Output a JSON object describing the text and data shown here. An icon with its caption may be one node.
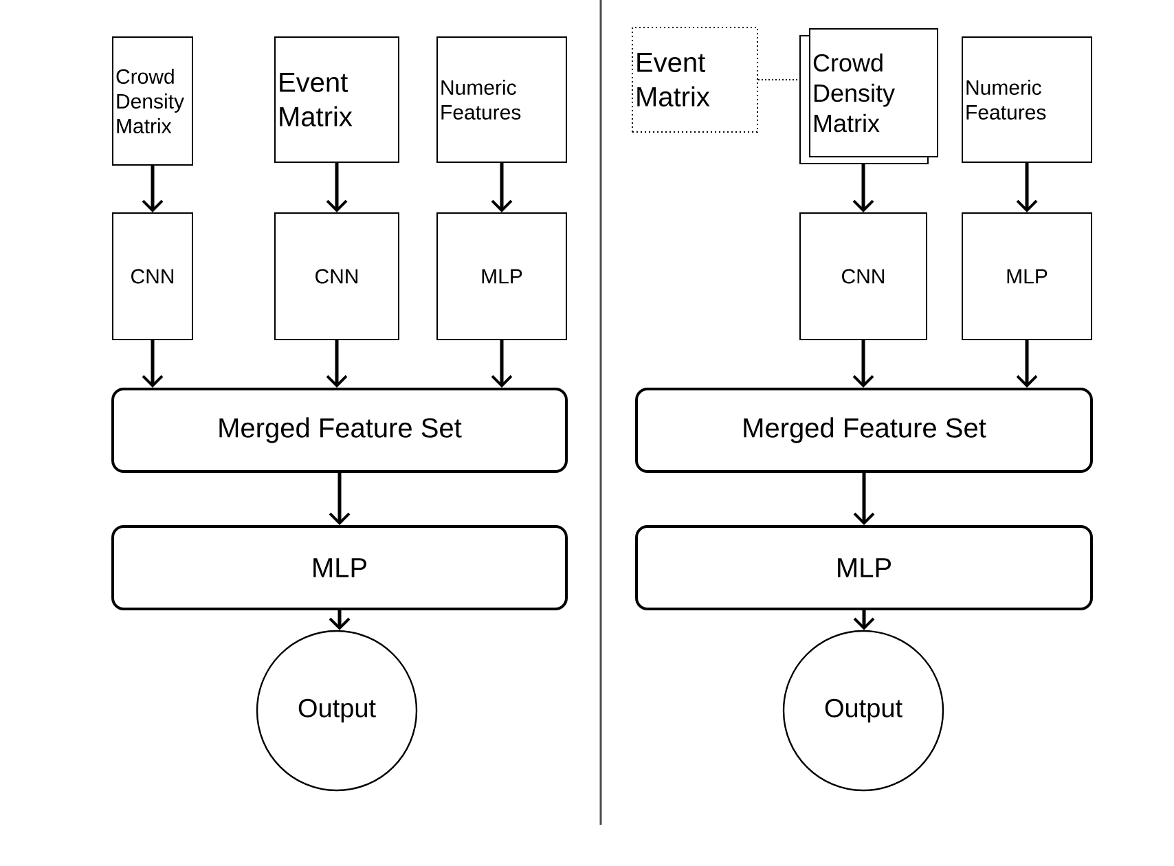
{
  "diagram": {
    "nodes": [
      {
        "text": [
          "Crowd Density Matrix"
        ]
      },
      {
        "text": [
          "Event Matrix"
        ]
      },
      {
        "text": [
          "Numeric Features"
        ]
      },
      {
        "text": [
          "CNN"
        ]
      },
      {
        "text": [
          "CNN"
        ]
      },
      {
        "text": [
          "MLP"
        ]
      },
      {
        "text": [
          "Merged Feature Set"
        ]
      },
      {
        "text": [
          "MLP"
        ]
      },
      {
        "text": [
          "Output"
        ]
      },
      {
        "text": [
          "Event Matrix"
        ]
      },
      {
        "text": [
          "Crowd Density Matrix"
        ]
      },
      {
        "text": [
          "Numeric Features"
        ]
      },
      {
        "text": [
          "CNN"
        ]
      },
      {
        "text": [
          "MLP"
        ]
      },
      {
        "text": [
          "Merged Feature Set"
        ]
      },
      {
        "text": [
          "MLP"
        ]
      },
      {
        "text": [
          "Output"
        ]
      }
    ],
    "edges": [
      {
        "from": 0,
        "to": 3,
        "arrow": "to"
      },
      {
        "from": 1,
        "to": 4,
        "arrow": "to"
      },
      {
        "from": 2,
        "to": 5,
        "arrow": "to"
      },
      {
        "from": 3,
        "to": 6,
        "arrow": "to"
      },
      {
        "from": 4,
        "to": 6,
        "arrow": "to"
      },
      {
        "from": 5,
        "to": 6,
        "arrow": "to"
      },
      {
        "from": 6,
        "to": 7,
        "arrow": "to"
      },
      {
        "from": 7,
        "to": 8,
        "arrow": "to"
      },
      {
        "from": 9,
        "to": 10,
        "arrow": "none",
        "style": "dashed"
      },
      {
        "from": 10,
        "to": 12,
        "arrow": "to"
      },
      {
        "from": 11,
        "to": 13,
        "arrow": "to"
      },
      {
        "from": 12,
        "to": 14,
        "arrow": "to"
      },
      {
        "from": 13,
        "to": 14,
        "arrow": "to"
      },
      {
        "from": 14,
        "to": 15,
        "arrow": "to"
      },
      {
        "from": 15,
        "to": 16,
        "arrow": "to"
      }
    ]
  }
}
